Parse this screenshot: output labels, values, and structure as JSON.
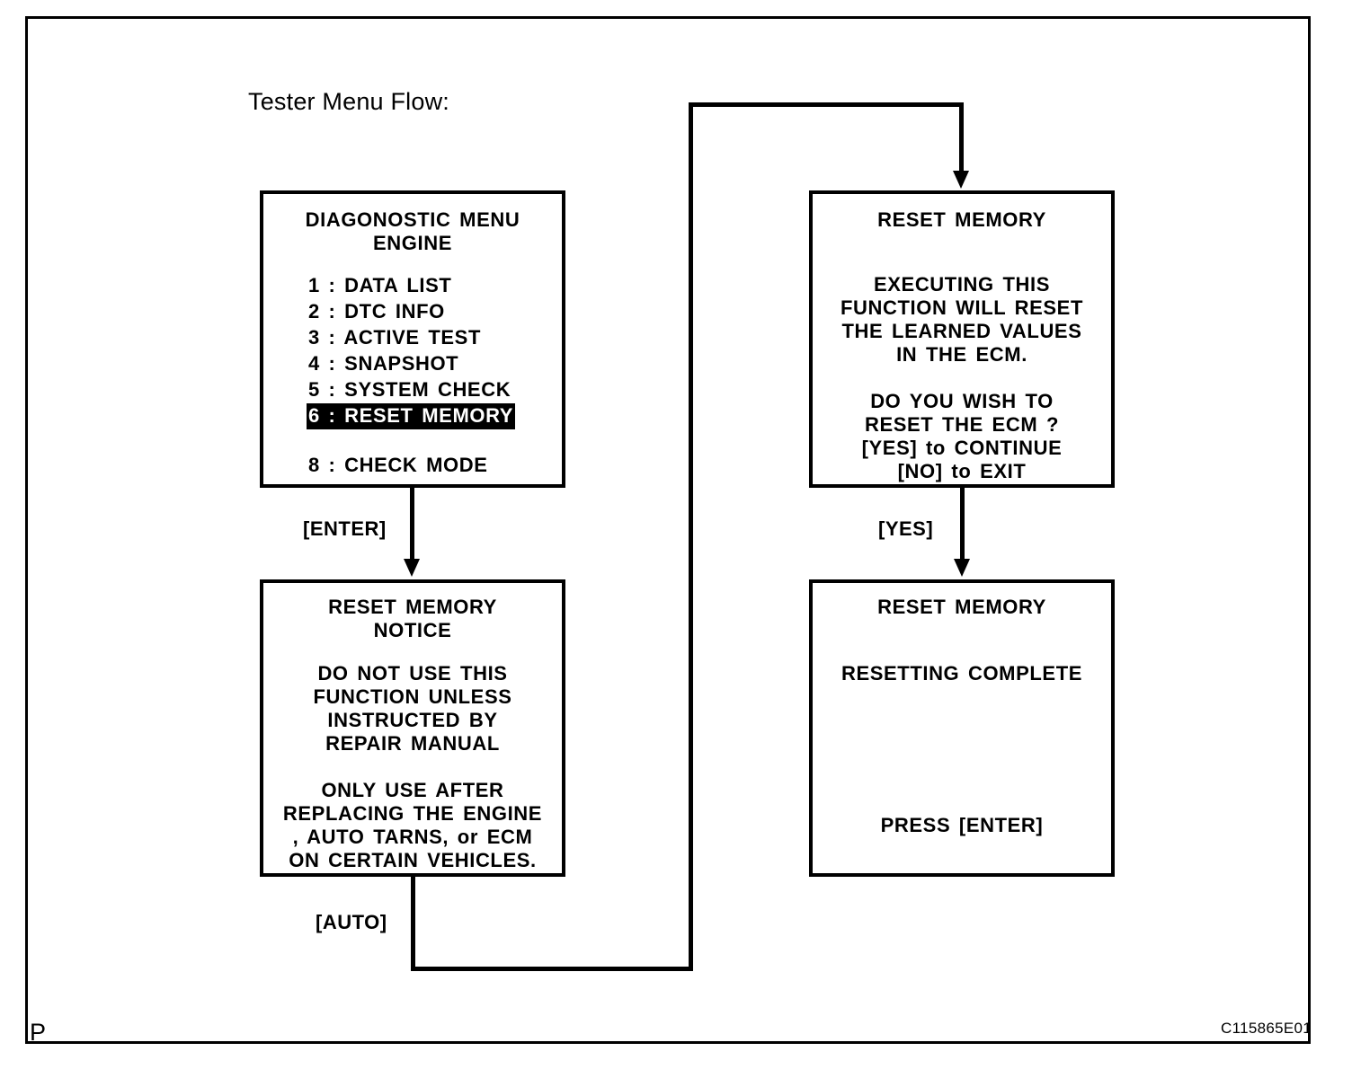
{
  "page": {
    "heading": "Tester Menu Flow:",
    "corner_marker": "P",
    "figure_code": "C115865E01",
    "border_color": "#000000",
    "background_color": "#ffffff"
  },
  "boxes": {
    "diagnostic_menu": {
      "title_line1": "DIAGONOSTIC MENU",
      "title_line2": "ENGINE",
      "items": [
        {
          "label": "1 :  DATA  LIST",
          "selected": false
        },
        {
          "label": "2 :  DTC  INFO",
          "selected": false
        },
        {
          "label": "3 :  ACTIVE  TEST",
          "selected": false
        },
        {
          "label": "4 :  SNAPSHOT",
          "selected": false
        },
        {
          "label": "5 :  SYSTEM  CHECK",
          "selected": false
        },
        {
          "label": "6 :  RESET  MEMORY",
          "selected": true
        }
      ],
      "item_after_gap": {
        "label": "8 :  CHECK  MODE",
        "selected": false
      }
    },
    "reset_memory_notice": {
      "title_line1": "RESET  MEMORY",
      "title_line2": "NOTICE",
      "para1": [
        "DO  NOT  USE  THIS",
        "FUNCTION  UNLESS",
        "INSTRUCTED  BY",
        "REPAIR  MANUAL"
      ],
      "para2": [
        "ONLY  USE  AFTER",
        "REPLACING  THE  ENGINE",
        ", AUTO  TARNS, or  ECM",
        "ON  CERTAIN  VEHICLES."
      ]
    },
    "reset_memory_confirm": {
      "title": "RESET  MEMORY",
      "para1": [
        "EXECUTING  THIS",
        "FUNCTION  WILL  RESET",
        "THE  LEARNED  VALUES",
        "IN  THE  ECM."
      ],
      "para2": [
        "DO  YOU  WISH  TO",
        "RESET  THE  ECM ?",
        "[YES]  to  CONTINUE",
        "[NO]  to  EXIT"
      ]
    },
    "reset_memory_complete": {
      "title": "RESET  MEMORY",
      "status": "RESETTING  COMPLETE",
      "prompt": "PRESS  [ENTER]"
    }
  },
  "connectors": {
    "enter_label": "[ENTER]",
    "auto_label": "[AUTO]",
    "yes_label": "[YES]"
  }
}
